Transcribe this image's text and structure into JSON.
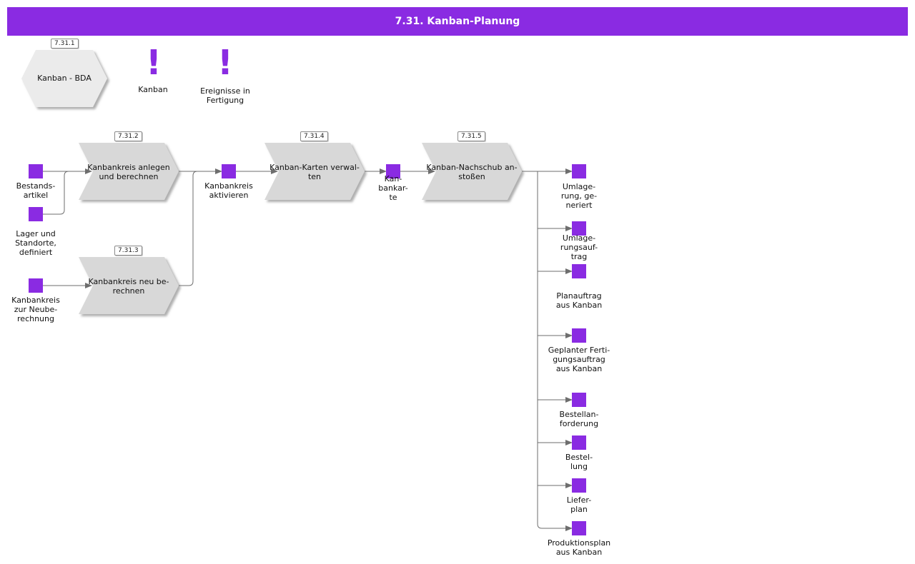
{
  "colors": {
    "accent": "#8a2be2",
    "process_fill": "#d8d8d8",
    "hex_fill": "#ebebeb",
    "connector": "#6e6e6e"
  },
  "header": {
    "title": "7.31. Kanban-Planung"
  },
  "top_row": {
    "hex": {
      "badge": "7.31.1",
      "label": "Kanban - BDA"
    },
    "info1": {
      "icon": "exclamation-icon",
      "label": "Kanban"
    },
    "info2": {
      "icon": "exclamation-icon",
      "label": "Ereignisse in\nFertigung"
    }
  },
  "processes": [
    {
      "id": "p1",
      "badge": "7.31.2",
      "label": "Kanbankreis anlegen\nund berechnen"
    },
    {
      "id": "p2",
      "badge": "7.31.3",
      "label": "Kanbankreis neu be-\nrechnen"
    },
    {
      "id": "p3",
      "badge": "7.31.4",
      "label": "Kanban-Karten verwal-\nten"
    },
    {
      "id": "p4",
      "badge": "7.31.5",
      "label": "Kanban-Nachschub an-\nstoßen"
    }
  ],
  "events": [
    {
      "id": "e1",
      "label": "Bestands-\nartikel"
    },
    {
      "id": "e2",
      "label": "Lager und\nStandorte,\ndefiniert"
    },
    {
      "id": "e3",
      "label": "Kanbankreis\nzur   Neube-\nrechnung"
    },
    {
      "id": "e4",
      "label": "Kanbankreis\naktivieren"
    },
    {
      "id": "e5",
      "label": "Kan-\nbankar-\nte"
    },
    {
      "id": "o1",
      "label": "Umlage-\nrung, ge-\nneriert"
    },
    {
      "id": "o2",
      "label": "Umlage-\nrungsauf-\ntrag"
    },
    {
      "id": "o3",
      "label": "Planauftrag\naus Kanban"
    },
    {
      "id": "o4",
      "label": "Geplanter    Ferti-\ngungsauftrag\naus Kanban"
    },
    {
      "id": "o5",
      "label": "Bestellan-\nforderung"
    },
    {
      "id": "o6",
      "label": "Bestel-\nlung"
    },
    {
      "id": "o7",
      "label": "Liefer-\nplan"
    },
    {
      "id": "o8",
      "label": "Produktionsplan\naus Kanban"
    }
  ]
}
